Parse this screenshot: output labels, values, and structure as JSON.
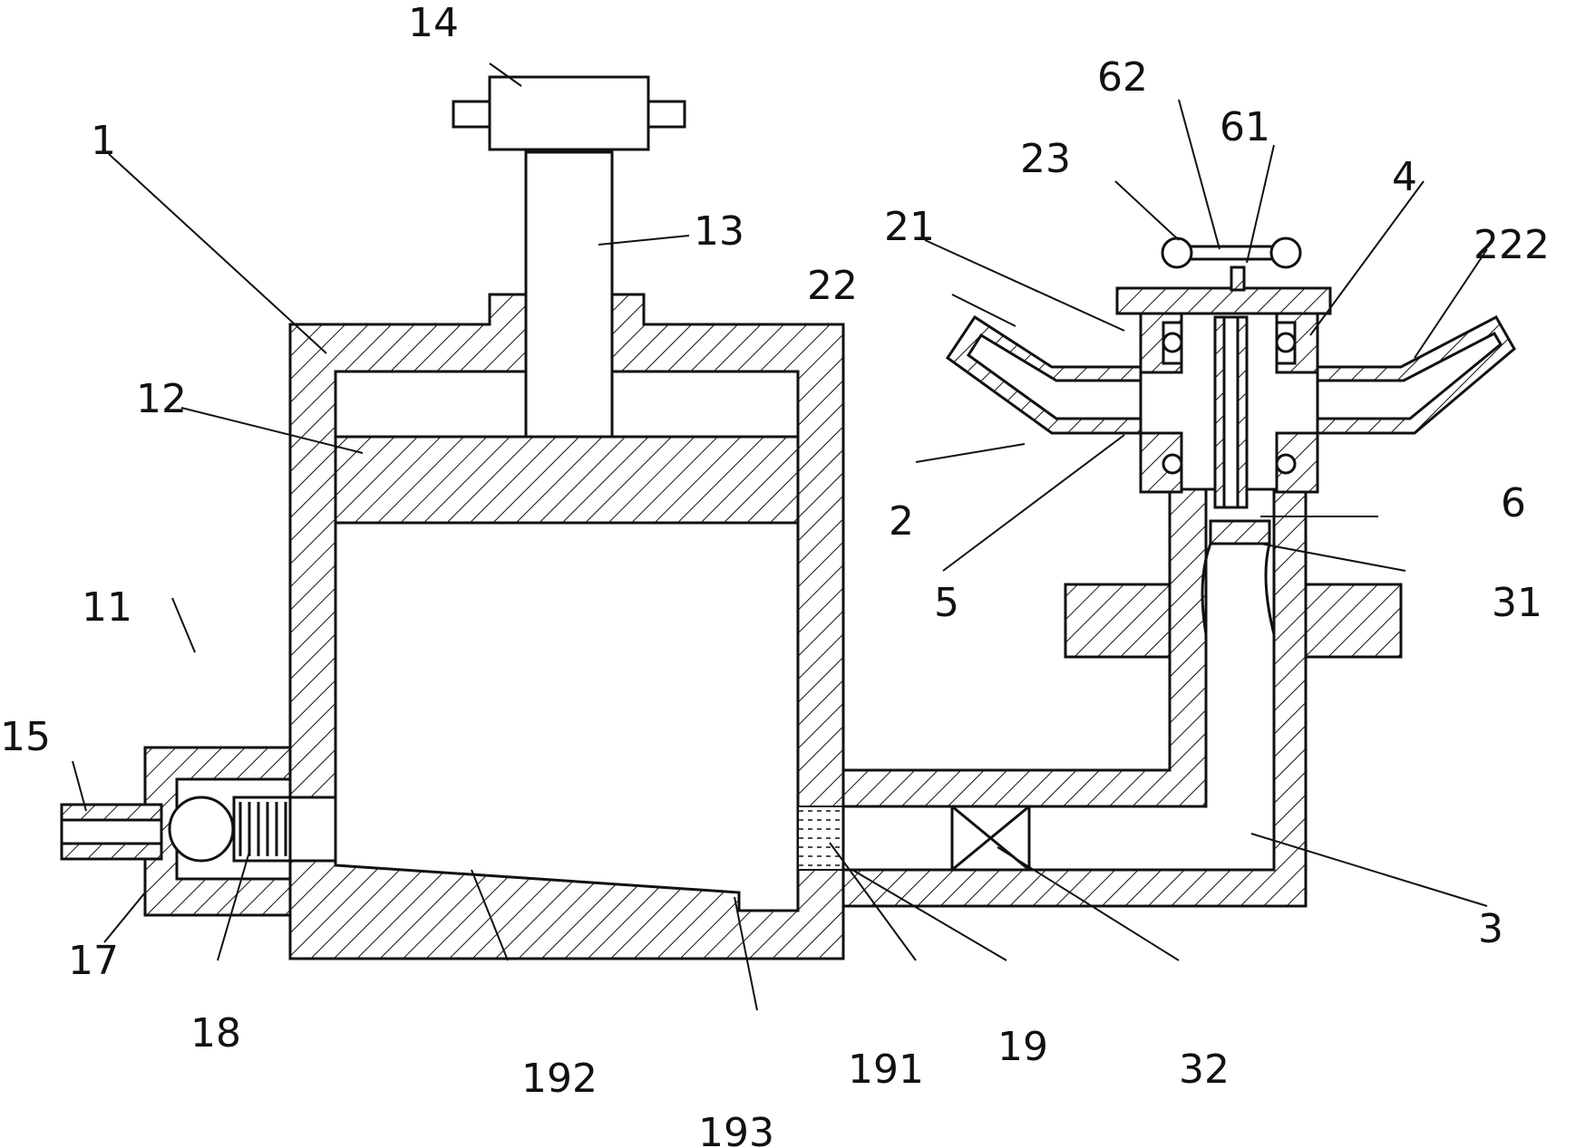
{
  "labels": {
    "l1": "1",
    "l2": "2",
    "l3": "3",
    "l4": "4",
    "l5": "5",
    "l6": "6",
    "l11": "11",
    "l12": "12",
    "l13": "13",
    "l14": "14",
    "l15": "15",
    "l17": "17",
    "l18": "18",
    "l19": "19",
    "l21": "21",
    "l22": "22",
    "l23": "23",
    "l31": "31",
    "l32": "32",
    "l61": "61",
    "l62": "62",
    "l191": "191",
    "l192": "192",
    "l193": "193",
    "l222": "222"
  },
  "colors": {
    "ink": "#111111",
    "paper": "#ffffff"
  }
}
